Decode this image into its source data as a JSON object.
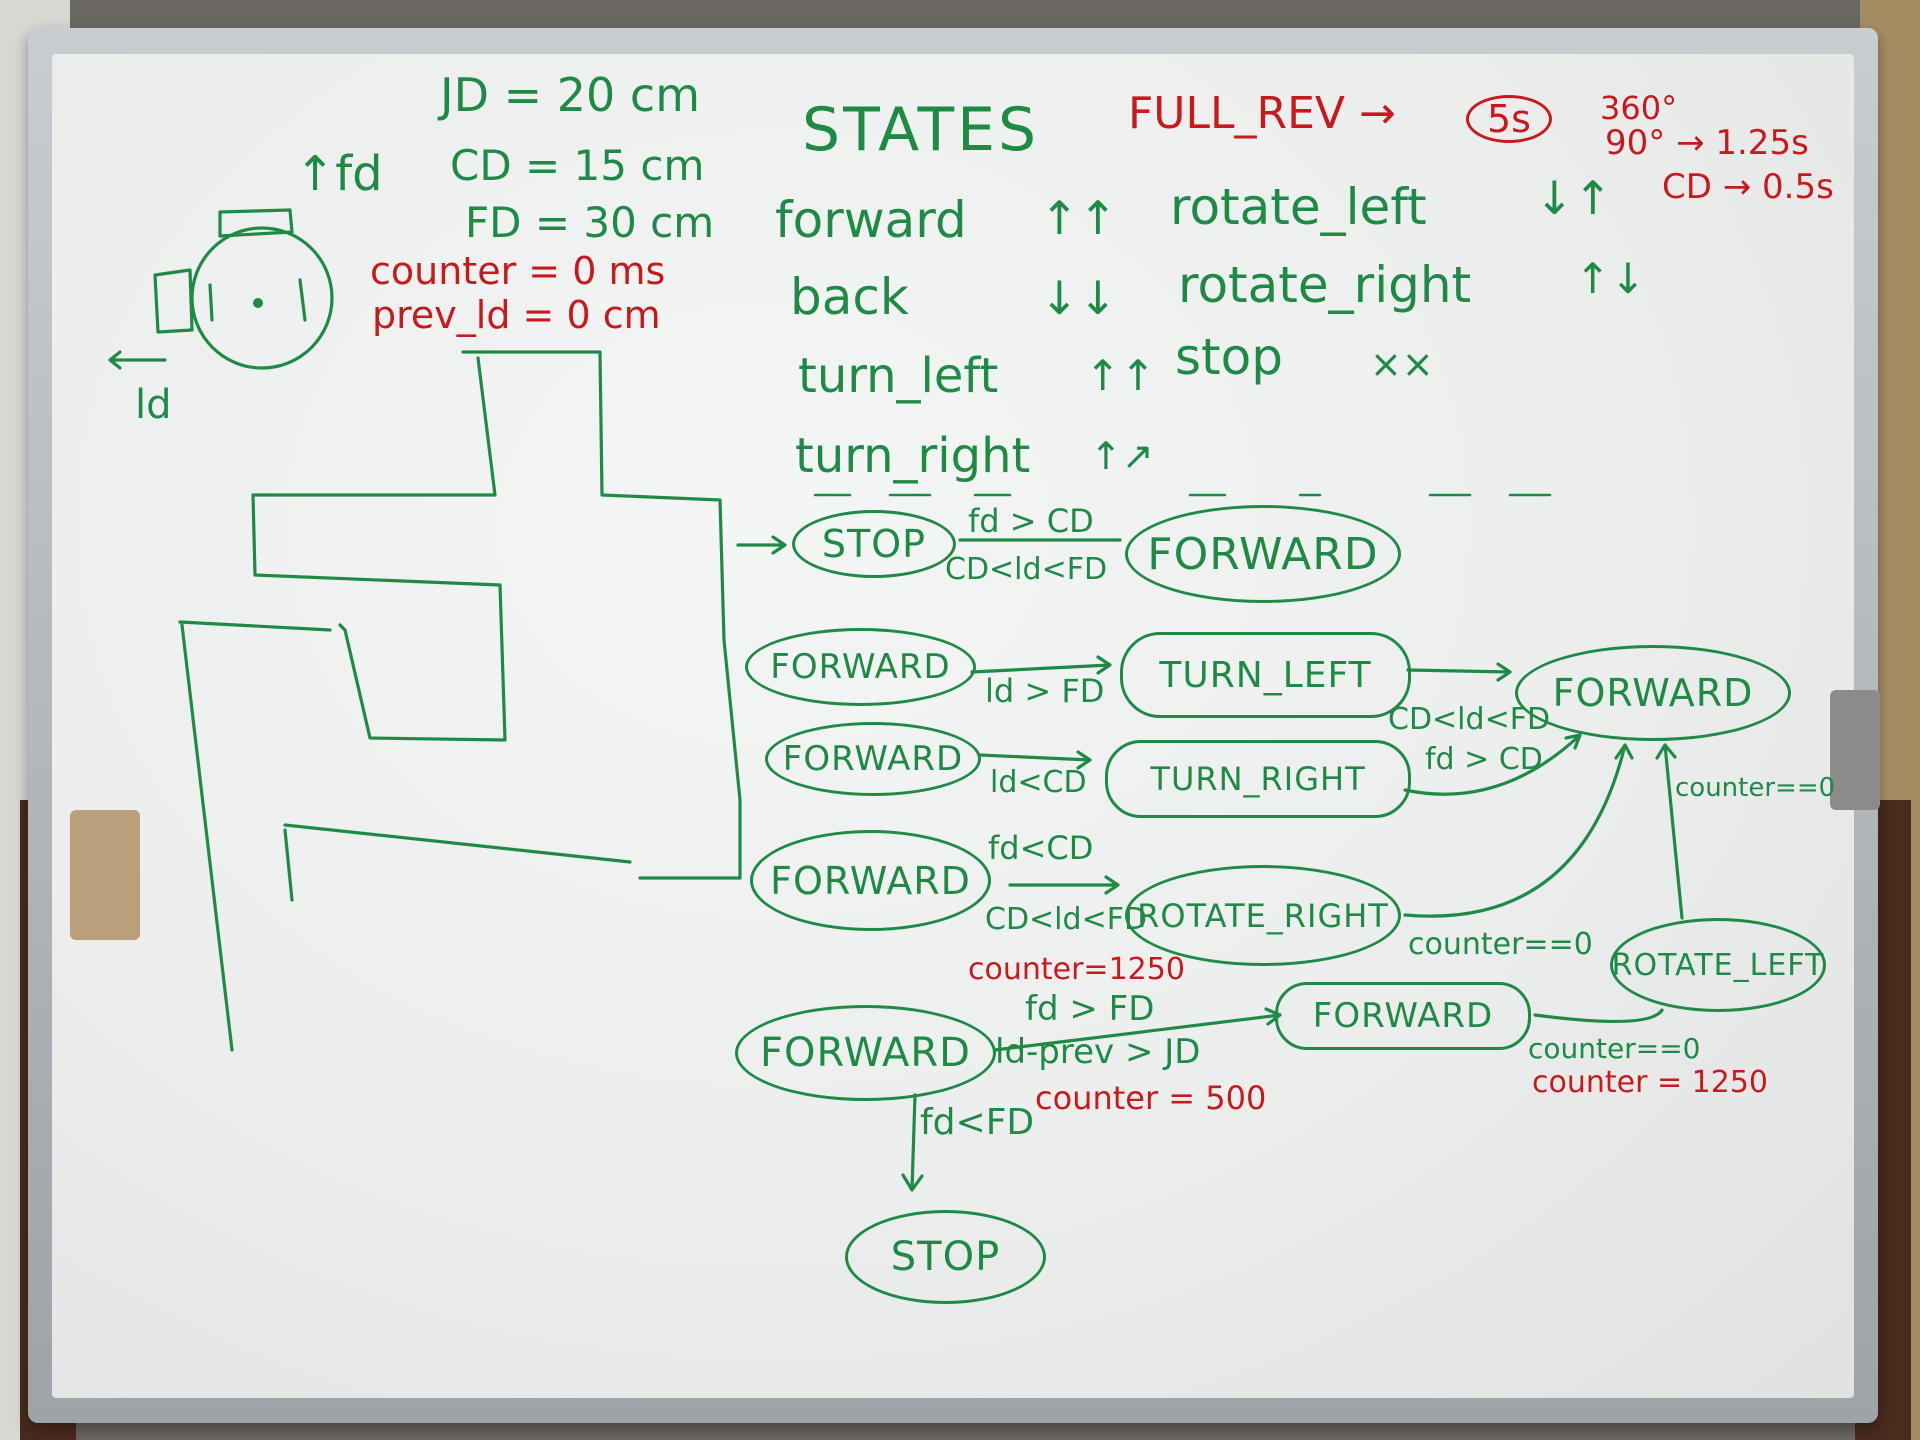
{
  "header": {
    "jd": "JD = 20 cm",
    "fd_note": "↑fd",
    "cd": "CD = 15 cm",
    "fd": "FD = 30 cm",
    "counter": "counter = 0 ms",
    "prev_ld": "prev_ld = 0 cm",
    "ld_label": "ld",
    "states_title": "STATES",
    "full_rev": "FULL_REV →",
    "full_rev_val": "5s",
    "deg360": "360°",
    "deg90": "90° → 1.25s",
    "cd_time": "CD → 0.5s"
  },
  "states": [
    {
      "name": "forward",
      "sym": "↑↑"
    },
    {
      "name": "back",
      "sym": "↓↓"
    },
    {
      "name": "turn_left",
      "sym": "↑↑"
    },
    {
      "name": "turn_right",
      "sym": "↑↗"
    },
    {
      "name": "rotate_left",
      "sym": "↓↑"
    },
    {
      "name": "rotate_right",
      "sym": "↑↓"
    },
    {
      "name": "stop",
      "sym": "××"
    }
  ],
  "fsm": {
    "row1": {
      "from": "STOP",
      "cond1": "fd > CD",
      "cond2": "CD<ld<FD",
      "to": "FORWARD"
    },
    "row2": {
      "from": "FORWARD",
      "cond": "ld > FD",
      "to": "TURN_LEFT"
    },
    "row3": {
      "from": "FORWARD",
      "cond": "ld<CD",
      "to": "TURN_RIGHT"
    },
    "merge": {
      "cond1": "CD<ld<FD",
      "cond2": "fd > CD",
      "to": "FORWARD"
    },
    "row4": {
      "from": "FORWARD",
      "cond1": "fd<CD",
      "cond2": "CD<ld<FD",
      "set": "counter=1250",
      "to": "ROTATE_RIGHT",
      "exit": "counter==0"
    },
    "rotate_left": {
      "name": "ROTATE_LEFT",
      "exit": "counter==0"
    },
    "row5": {
      "from": "FORWARD",
      "cond1": "fd > FD",
      "cond2": "ld-prev > JD",
      "set": "counter = 500",
      "to": "FORWARD",
      "exit1": "counter==0",
      "exit2": "counter = 1250"
    },
    "row6": {
      "cond": "fd<FD",
      "to": "STOP"
    }
  },
  "colors": {
    "marker_green": "#1f8a46",
    "marker_red": "#c81a1e",
    "board": "#eceeed",
    "frame": "#b4b8bc"
  }
}
